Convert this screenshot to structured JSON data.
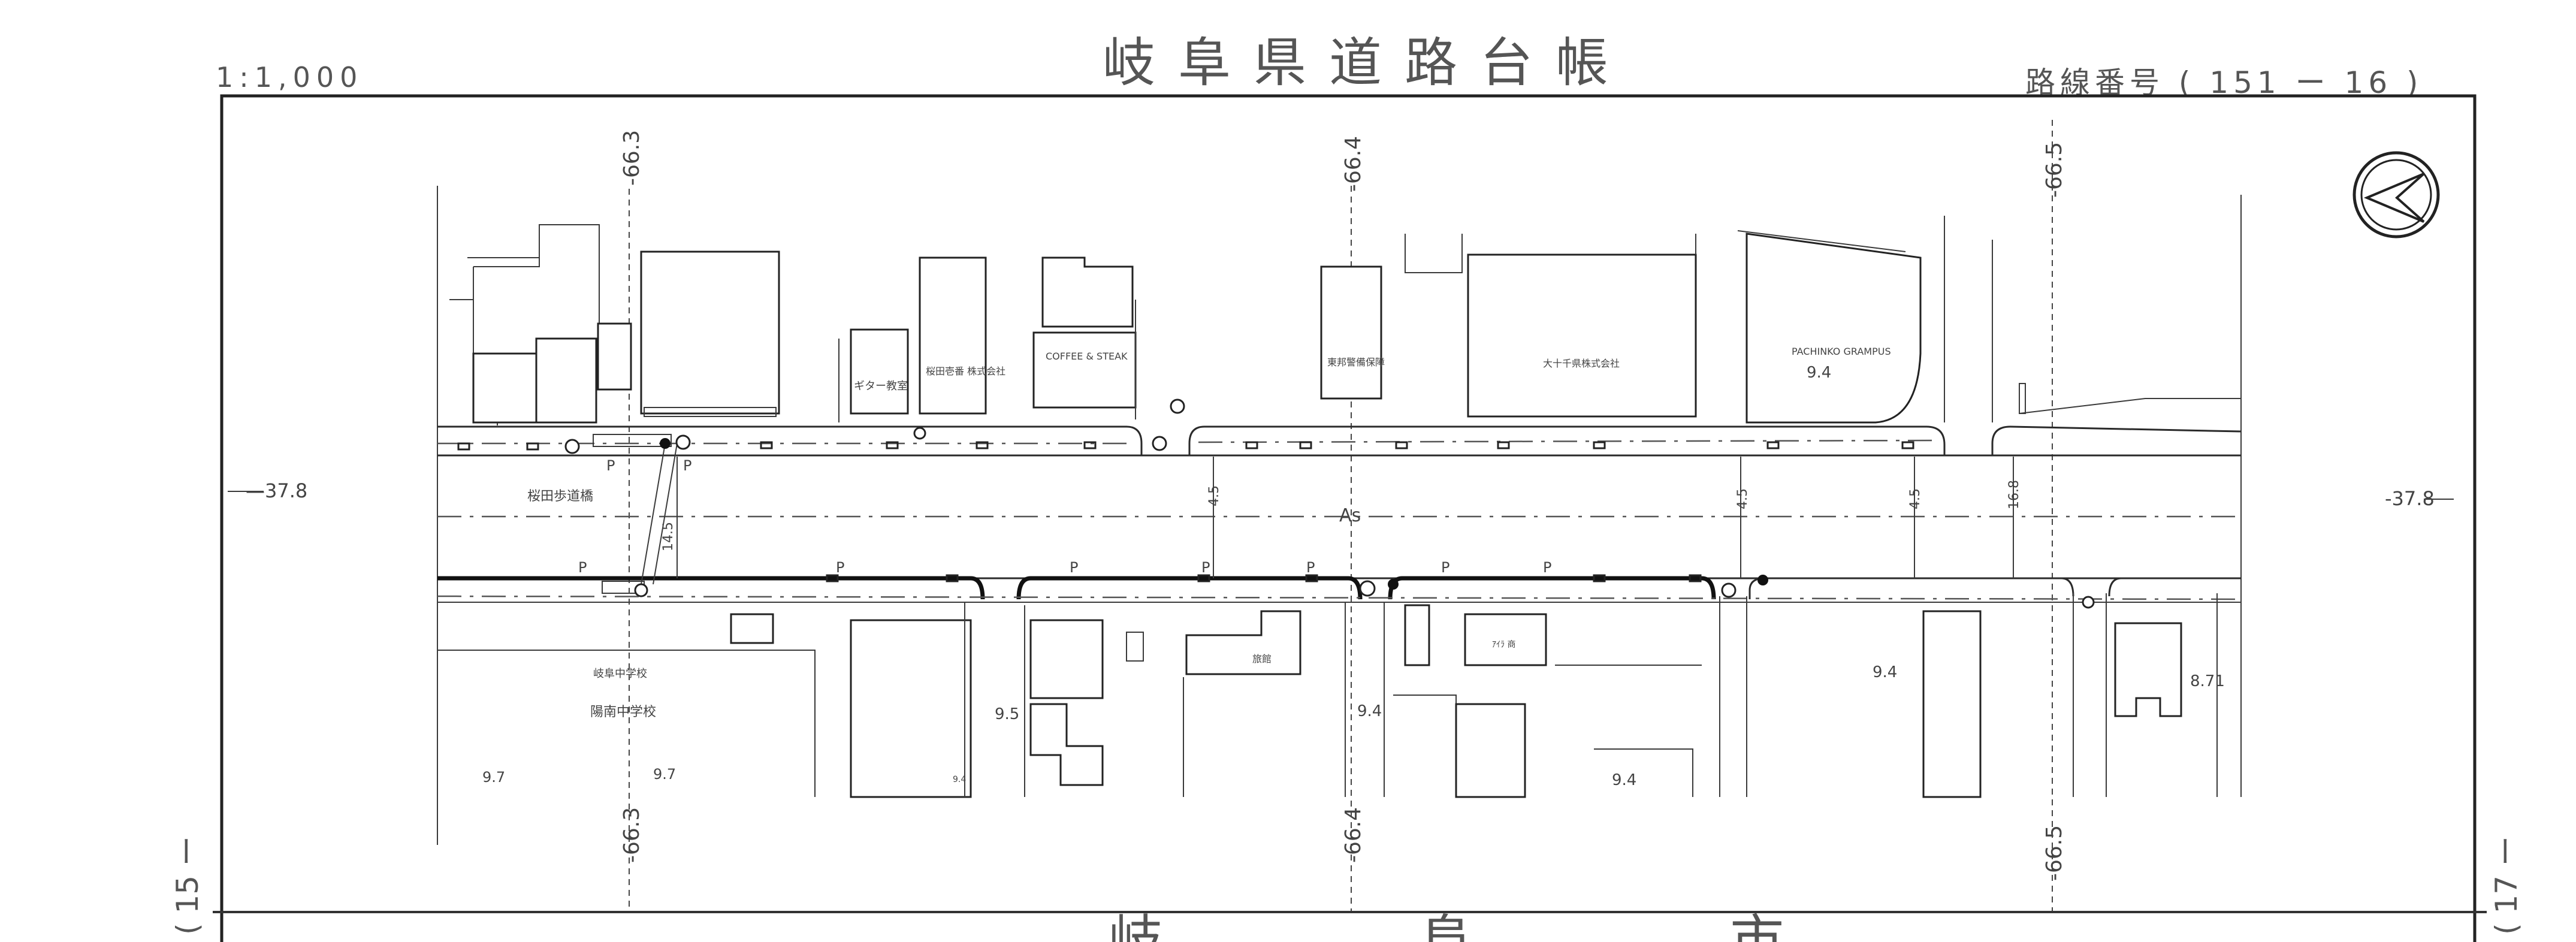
{
  "header": {
    "scale": "1:1,000",
    "title": "岐阜県道路台帳",
    "route_number": "路線番号 ( 151 ー 16 )"
  },
  "footer": {
    "partial_title": "岐 阜 市"
  },
  "sheet_links": {
    "left": "( 15 ー",
    "right": "( 17 ー"
  },
  "grid": {
    "top": [
      "-66.3",
      "-66.4",
      "-66.5"
    ],
    "bottom": [
      "-66.3",
      "-66.4",
      "-66.5"
    ],
    "left": "—37.8",
    "right": "-37.8"
  },
  "road": {
    "centerline_label": "As",
    "bridge_label": "桜田歩道橋",
    "widths": [
      "4.5",
      "14.5",
      "4.5",
      "4.5",
      "16.8"
    ],
    "parking_marks": [
      "P",
      "P",
      "P",
      "P",
      "P",
      "P",
      "P",
      "P",
      "P"
    ]
  },
  "buildings_north": {
    "labels": [
      "ギター教室",
      "桜田壱番 株式会社",
      "COFFEE & STEAK",
      "東邦警備保障",
      "大十千県株式会社",
      "PACHINKO GRAMPUS"
    ]
  },
  "buildings_south": {
    "labels": [
      "陽南中学校",
      "岐阜中学校",
      "旅館",
      "ｱｲﾗ 商"
    ]
  },
  "elevations": [
    "9.4",
    "9.4",
    "9.5",
    "9.4",
    "9.4",
    "9.4",
    "9.7",
    "9.7",
    "8.71"
  ],
  "icons": [
    "north-arrow-icon"
  ],
  "colors": {
    "ink": "#2a2a2a",
    "paper": "#ffffff"
  }
}
